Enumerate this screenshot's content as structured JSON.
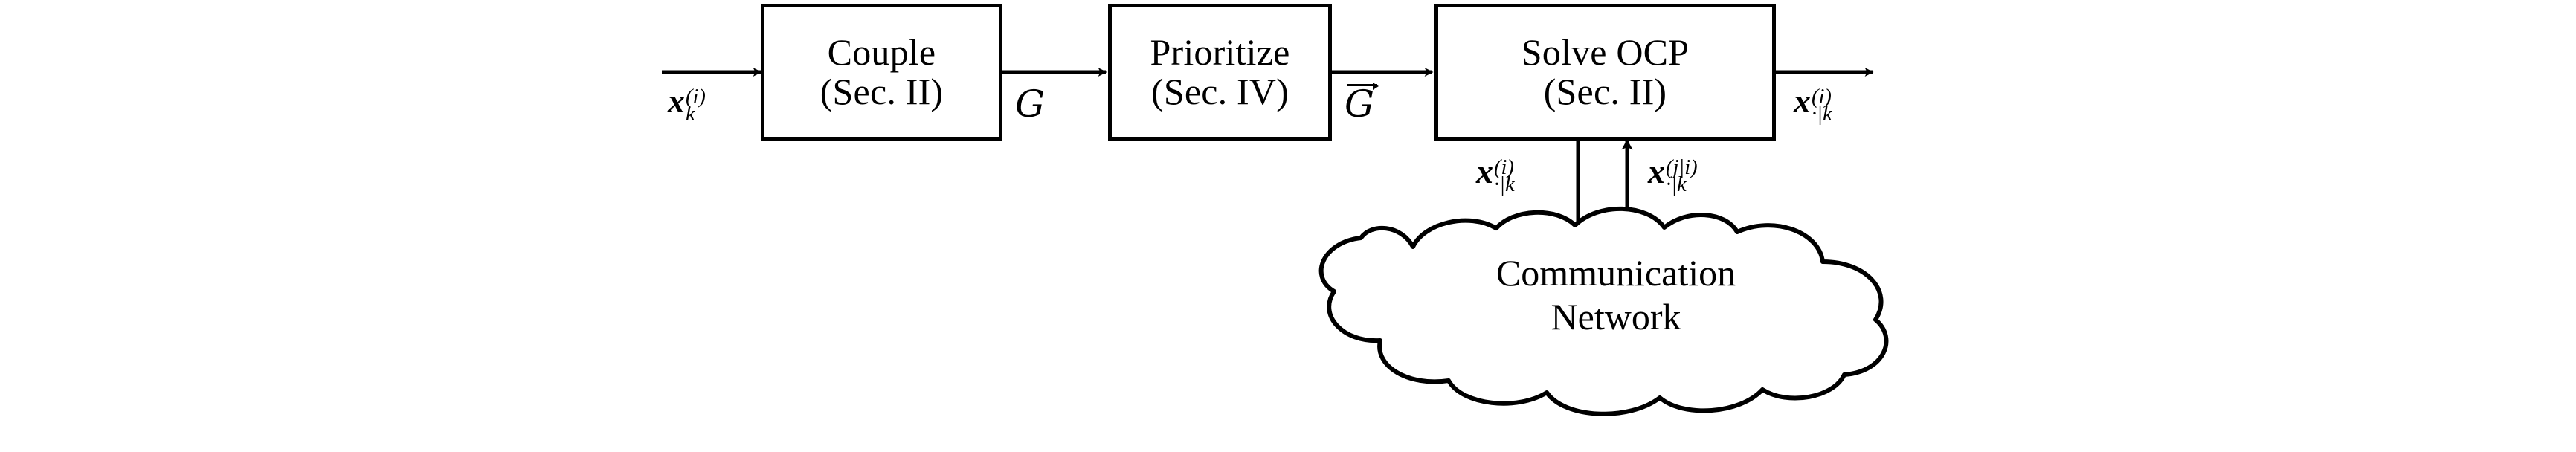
{
  "diagram": {
    "title": "Distributed control pipeline block diagram",
    "background_color": "#ffffff",
    "stroke_color": "#000000",
    "boxes": [
      {
        "id": "couple",
        "line1": "Couple",
        "line2": "(Sec. II)"
      },
      {
        "id": "prioritize",
        "line1": "Prioritize",
        "line2": "(Sec. IV)"
      },
      {
        "id": "solve-ocp",
        "line1": "Solve OCP",
        "line2": "(Sec. II)"
      }
    ],
    "cloud": {
      "line1": "Communication",
      "line2": "Network"
    },
    "edge_labels": {
      "input_state": {
        "base": "x",
        "sup": "(i)",
        "sub": "k"
      },
      "coupling_graph": {
        "symbol": "G",
        "vector": false
      },
      "directed_graph": {
        "symbol": "G",
        "vector": true
      },
      "output_traj": {
        "base": "x",
        "sup": "(i)",
        "sub": "·|k"
      },
      "sent_traj": {
        "base": "x",
        "sup": "(i)",
        "sub": "·|k"
      },
      "recv_traj": {
        "base": "x",
        "sup": "(j|i)",
        "sub": "·|k"
      }
    },
    "arrows": [
      {
        "id": "arrow-input-to-couple",
        "direction": "right"
      },
      {
        "id": "arrow-couple-to-prioritize",
        "direction": "right"
      },
      {
        "id": "arrow-prioritize-to-solve",
        "direction": "right"
      },
      {
        "id": "arrow-solve-to-output",
        "direction": "right"
      },
      {
        "id": "arrow-solve-to-network",
        "direction": "down"
      },
      {
        "id": "arrow-network-to-solve",
        "direction": "up"
      }
    ]
  }
}
